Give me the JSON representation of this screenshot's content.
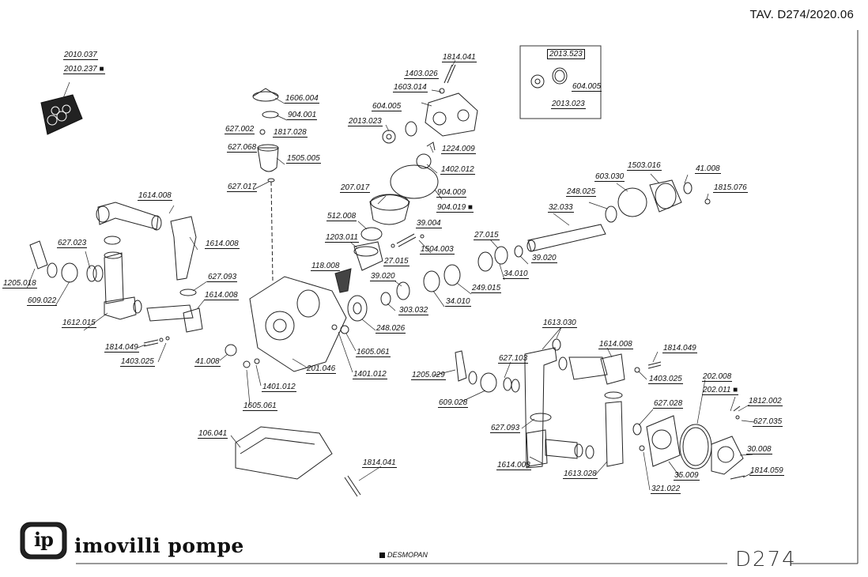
{
  "title": "TAV. D274/2020.06",
  "brand": {
    "name": "imovilli pompe",
    "logo_text": "ip"
  },
  "legend": "DESMOPAN",
  "drawing_number": "D274",
  "kit_box_title": "2013.523",
  "labels": {
    "l2010037": "2010.037",
    "l2010237": "2010.237 ■",
    "l1606004": "1606.004",
    "l904001": "904.001",
    "l627002": "627.002",
    "l1817028": "1817.028",
    "l627068": "627.068",
    "l1505005": "1505.005",
    "l627017": "627.017",
    "l1814041a": "1814.041",
    "l1403026": "1403.026",
    "l1603014": "1603.014",
    "l604005a": "604.005",
    "l2013023a": "2013.023",
    "l1224009": "1224.009",
    "l1402012": "1402.012",
    "l604005b": "604.005",
    "l2013023b": "2013.023",
    "l207017": "207.017",
    "l904009": "904.009",
    "l904019": "904.019 ■",
    "l512008": "512.008",
    "l39004": "39.004",
    "l1203011": "1203.011",
    "l1504003": "1504.003",
    "l118008": "118.008",
    "l1503016": "1503.016",
    "l41008a": "41.008",
    "l603030": "603.030",
    "l1815076": "1815.076",
    "l248025": "248.025",
    "l32033": "32.033",
    "l27015a": "27.015",
    "l39020a": "39.020",
    "l34010a": "34.010",
    "l27015b": "27.015",
    "l39020b": "39.020",
    "l249015": "249.015",
    "l303032": "303.032",
    "l34010b": "34.010",
    "l248026": "248.026",
    "l1614008a": "1614.008",
    "l1614008b": "1614.008",
    "l627023": "627.023",
    "l1205018": "1205.018",
    "l609022": "609.022",
    "l627093a": "627.093",
    "l1614008c": "1614.008",
    "l1612015": "1612.015",
    "l1814049a": "1814.049",
    "l1403025a": "1403.025",
    "l41008b": "41.008",
    "l1605061a": "1605.061",
    "l1401012a": "1401.012",
    "l201046": "201.046",
    "l1401012b": "1401.012",
    "l1605061b": "1605.061",
    "l1613030": "1613.030",
    "l1614008d": "1614.008",
    "l1814049b": "1814.049",
    "l1205029": "1205.029",
    "l627103": "627.103",
    "l1403025b": "1403.025",
    "l609028": "609.028",
    "l202008": "202.008",
    "l202011": "202.011 ■",
    "l627028": "627.028",
    "l1812002": "1812.002",
    "l627035": "627.035",
    "l627093b": "627.093",
    "l30008": "30.008",
    "l1614008e": "1614.008",
    "l1613028": "1613.028",
    "l35009": "35.009",
    "l1814059": "1814.059",
    "l321022": "321.022",
    "l106041": "106.041",
    "l1814041b": "1814.041"
  }
}
